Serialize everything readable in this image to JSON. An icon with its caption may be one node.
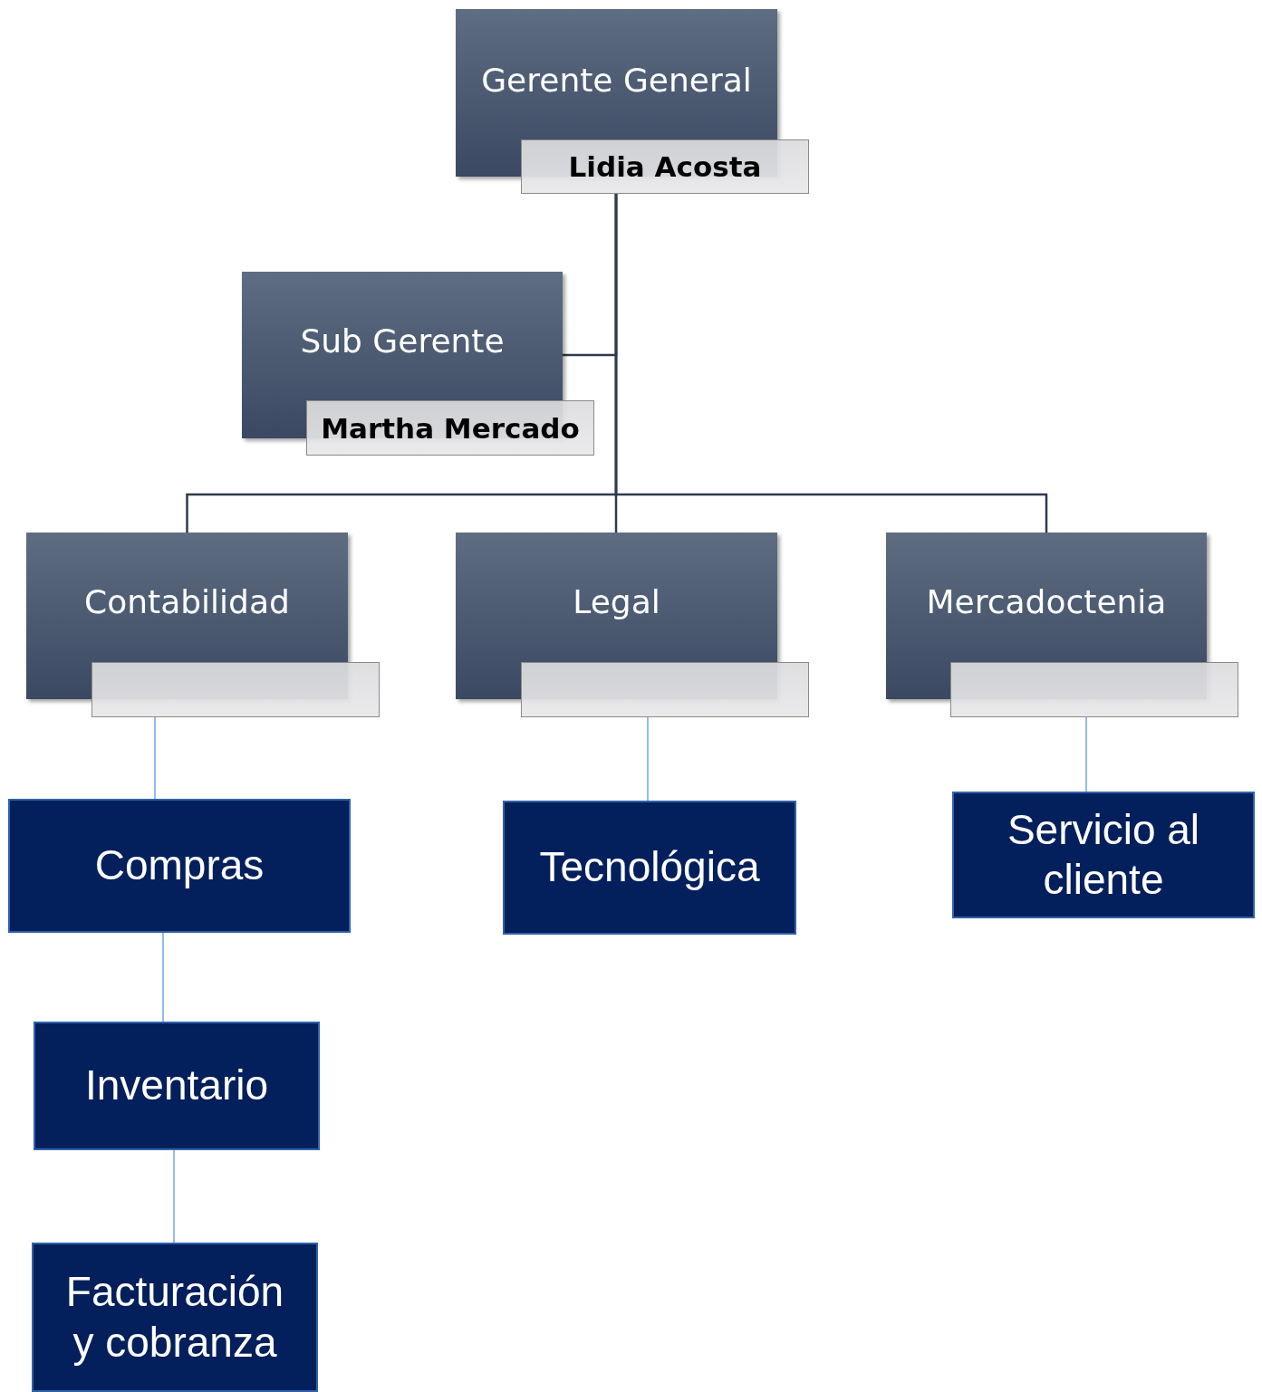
{
  "diagram": {
    "nodes": [
      {
        "text": [
          "Gerente General"
        ]
      },
      {
        "text": [
          "Lidia Acosta"
        ]
      },
      {
        "text": [
          "Sub Gerente"
        ]
      },
      {
        "text": [
          "Martha Mercado"
        ]
      },
      {
        "text": [
          "Contabilidad"
        ]
      },
      {
        "text": [],
        "shape": "box"
      },
      {
        "text": [
          "Legal"
        ]
      },
      {
        "text": [],
        "shape": "box"
      },
      {
        "text": [
          "Mercadoctenia"
        ]
      },
      {
        "text": [],
        "shape": "box"
      },
      {
        "text": [
          "Compras"
        ]
      },
      {
        "text": [
          "Tecnológica"
        ]
      },
      {
        "text": [
          "Servicio al cliente"
        ]
      },
      {
        "text": [
          "Inventario"
        ]
      },
      {
        "text": [
          "Facturación y cobranza"
        ]
      }
    ],
    "edges": [
      {
        "from": 1,
        "to": 2,
        "arrow": "none",
        "color": "#2e3a4c"
      },
      {
        "from": 1,
        "to": 4,
        "arrow": "none",
        "color": "#2e3a4c"
      },
      {
        "from": 1,
        "to": 6,
        "arrow": "none",
        "color": "#2e3a4c"
      },
      {
        "from": 1,
        "to": 8,
        "arrow": "none",
        "color": "#2e3a4c"
      },
      {
        "from": 5,
        "to": 10,
        "arrow": "none"
      },
      {
        "from": 7,
        "to": 11,
        "arrow": "none"
      },
      {
        "from": 9,
        "to": 12,
        "arrow": "none"
      },
      {
        "from": 10,
        "to": 13,
        "arrow": "none"
      },
      {
        "from": 13,
        "to": 14,
        "arrow": "none"
      }
    ]
  }
}
